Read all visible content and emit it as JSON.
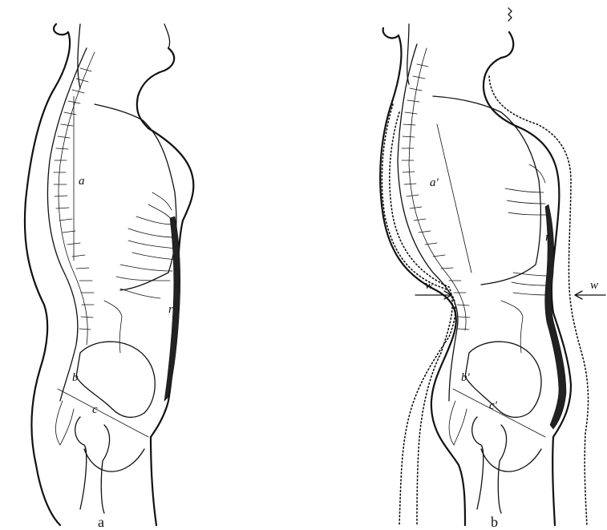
{
  "figures": [
    {
      "caption": "a",
      "labels": {
        "a": "a",
        "b": "b",
        "c": "c",
        "r": "r"
      }
    },
    {
      "caption": "b",
      "labels": {
        "a": "a'",
        "b": "b'",
        "c": "c'",
        "r": "r",
        "w_left": "w",
        "w_right": "w"
      }
    }
  ]
}
